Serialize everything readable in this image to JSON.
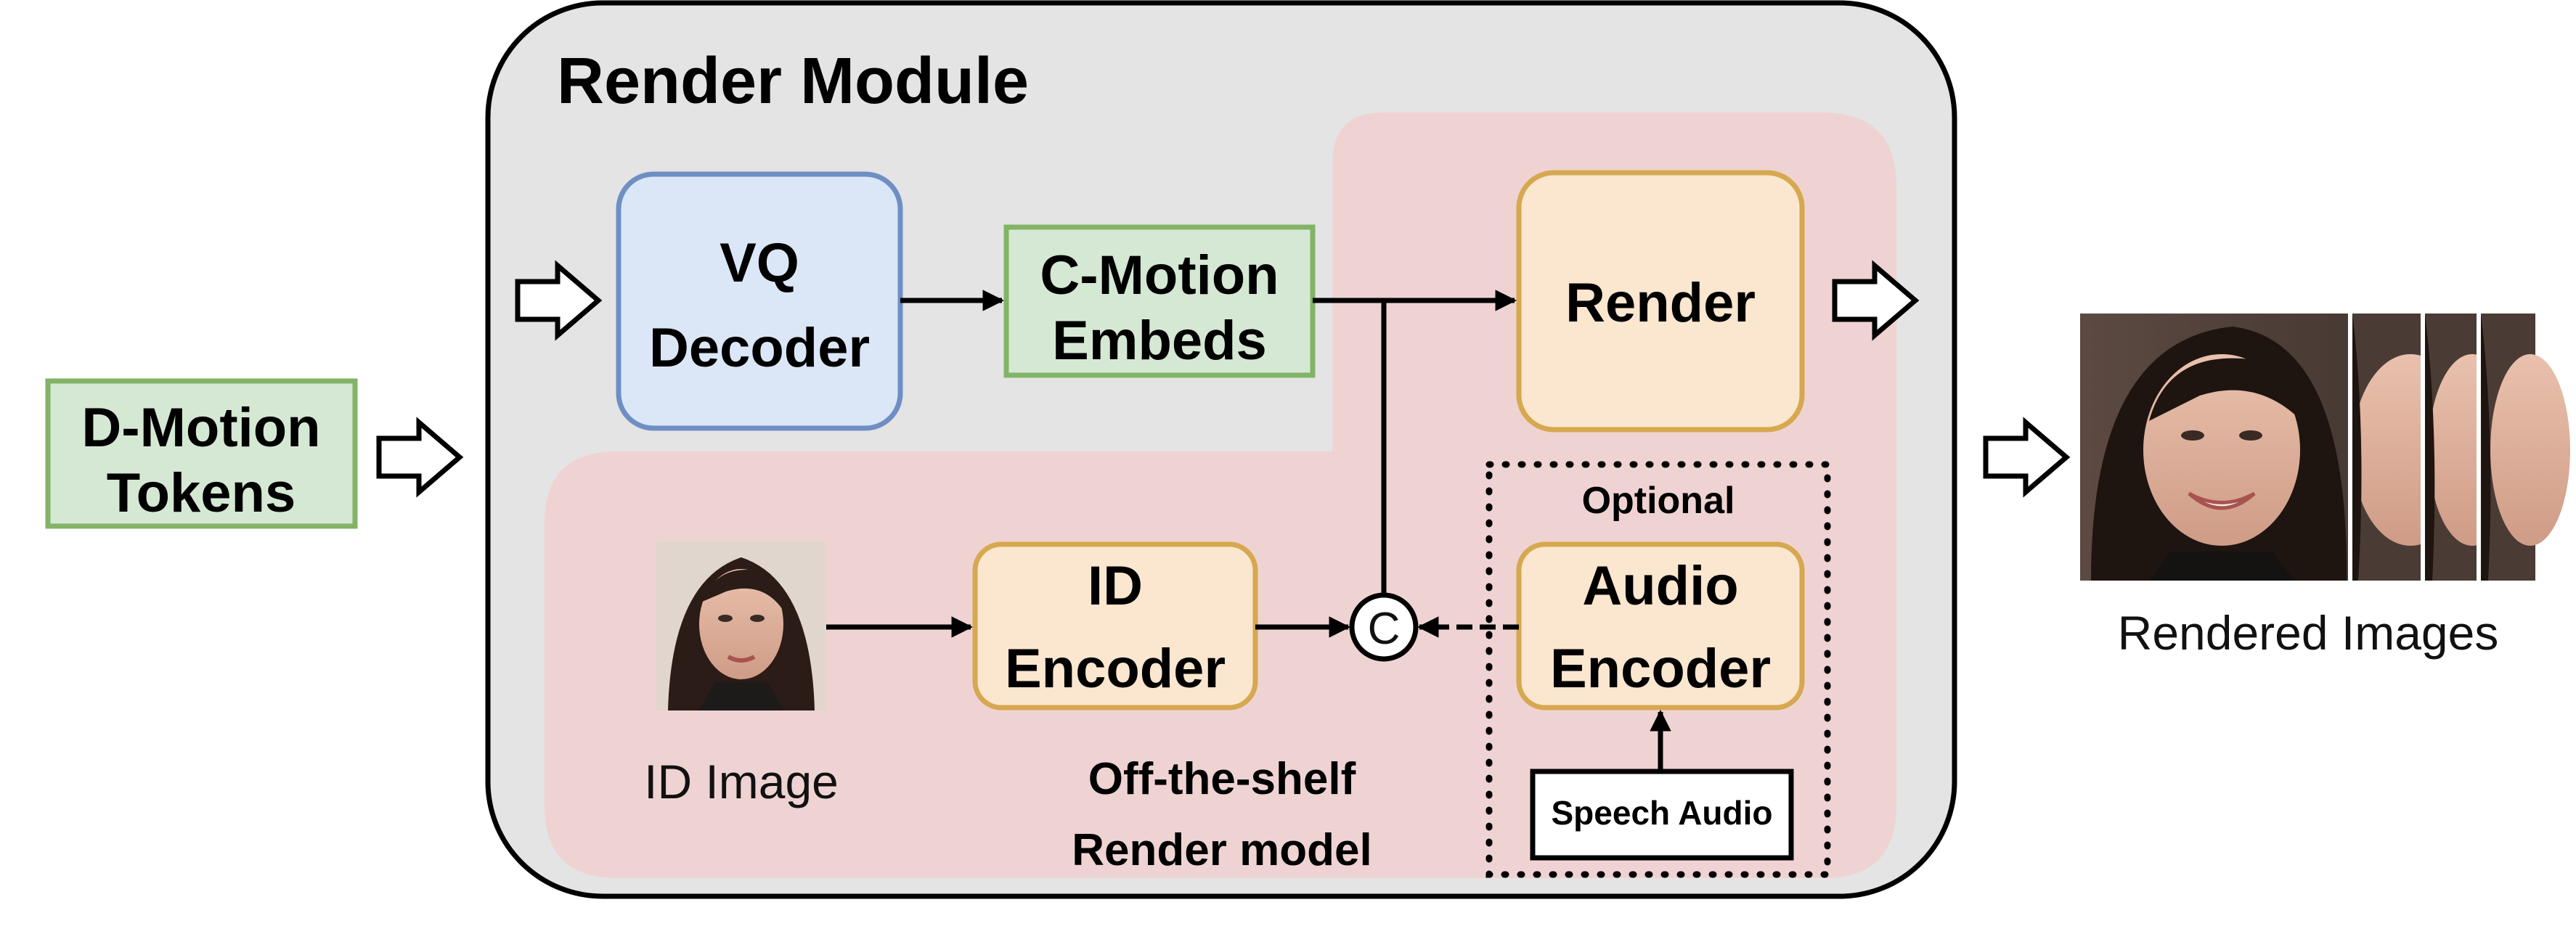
{
  "module_title": "Render Module",
  "input_tokens": {
    "line1": "D-Motion",
    "line2": "Tokens"
  },
  "vq_decoder": {
    "line1": "VQ",
    "line2": "Decoder"
  },
  "c_motion": {
    "line1": "C-Motion",
    "line2": "Embeds"
  },
  "render_block": {
    "label": "Render"
  },
  "id_encoder": {
    "line1": "ID",
    "line2": "Encoder"
  },
  "concat_symbol": "C",
  "optional_label": "Optional",
  "audio_encoder": {
    "line1": "Audio",
    "line2": "Encoder"
  },
  "speech_audio": "Speech Audio",
  "id_image_caption": "ID Image",
  "offshelf": {
    "line1": "Off-the-shelf",
    "line2": "Render model"
  },
  "output_caption": "Rendered Images",
  "colors": {
    "module_bg": "#e4e4e4",
    "render_region": "#efd3d2",
    "vq_fill": "#dbe7f7",
    "vq_stroke": "#6f8fc4",
    "green_fill": "#d5e8d4",
    "green_stroke": "#82b366",
    "orange_fill": "#fbe6cf",
    "orange_stroke": "#d6a84f"
  }
}
